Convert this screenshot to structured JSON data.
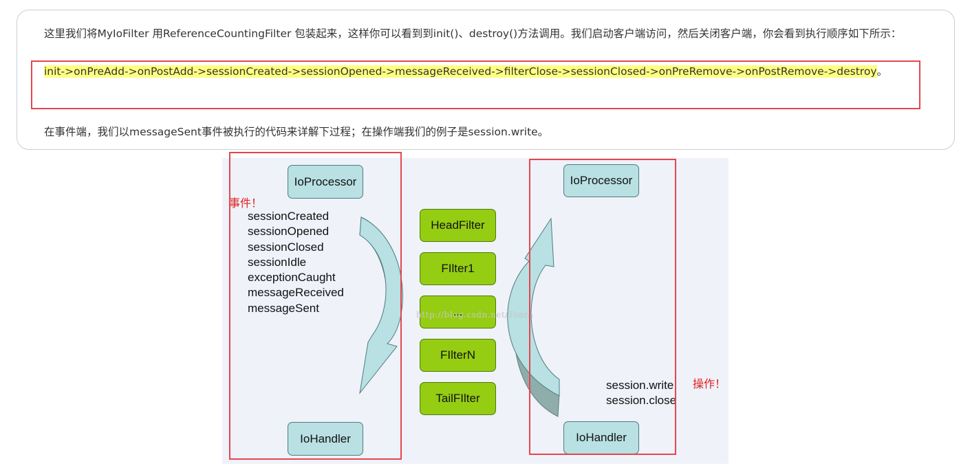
{
  "article": {
    "para1": "这里我们将MyIoFilter 用ReferenceCountingFilter 包装起来，这样你可以看到到init()、destroy()方法调用。我们启动客户端访问，然后关闭客户端，你会看到执行顺序如下所示：",
    "sequence": "init->onPreAdd->onPostAdd->sessionCreated->sessionOpened->messageReceived->filterClose->sessionClosed->onPreRemove->onPostRemove->destroy",
    "sequence_end": "。",
    "para2": "在事件端，我们以messageSent事件被执行的代码来详解下过程；在操作端我们的例子是session.write。"
  },
  "diagram": {
    "left_processor": "IoProcessor",
    "right_processor": "IoProcessor",
    "left_handler": "IoHandler",
    "right_handler": "IoHandler",
    "events_label": "事件！",
    "operations_label": "操作！",
    "events": [
      "sessionCreated",
      "sessionOpened",
      "sessionClosed",
      "sessionIdle",
      "exceptionCaught",
      "messageReceived",
      "messageSent"
    ],
    "operations": [
      "session.write",
      "session.close"
    ],
    "filters": [
      "HeadFilter",
      "FIlter1",
      "...",
      "FIlterN",
      "TailFIlter"
    ],
    "watermark": "http://blog.csdn.net/Toara",
    "colors": {
      "node_blue": "#b9e0e2",
      "filter_green": "#95cd12",
      "arrow_blue": "#b9e0e2",
      "arrow_dark": "#8fadaa",
      "highlight_red": "#e5454d"
    }
  }
}
